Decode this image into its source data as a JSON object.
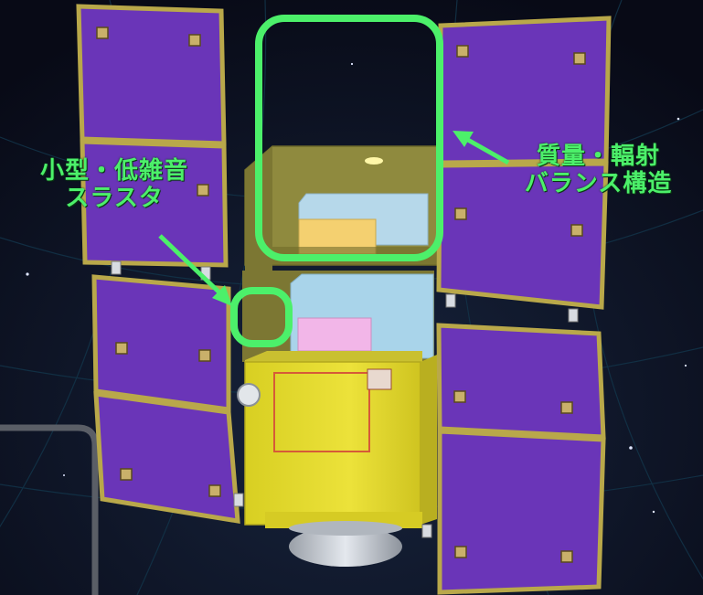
{
  "colors": {
    "space_background": "#0a0d1a",
    "grid_lines": "#123247",
    "solar_panel": "#6a35b8",
    "panel_frame": "#b9a84a",
    "bus_body": "#e6dc2e",
    "upper_module": "#8f8a3e",
    "component_blue": "#a9d4ea",
    "component_yellow": "#f4d070",
    "component_pink": "#f2b6e8",
    "annotation_green": "#4cf06a"
  },
  "annotations": {
    "thruster": {
      "line1": "小型・低雑音",
      "line2": "スラスタ"
    },
    "balance_structure": {
      "line1": "質量・輻射",
      "line2": "バランス構造"
    }
  }
}
